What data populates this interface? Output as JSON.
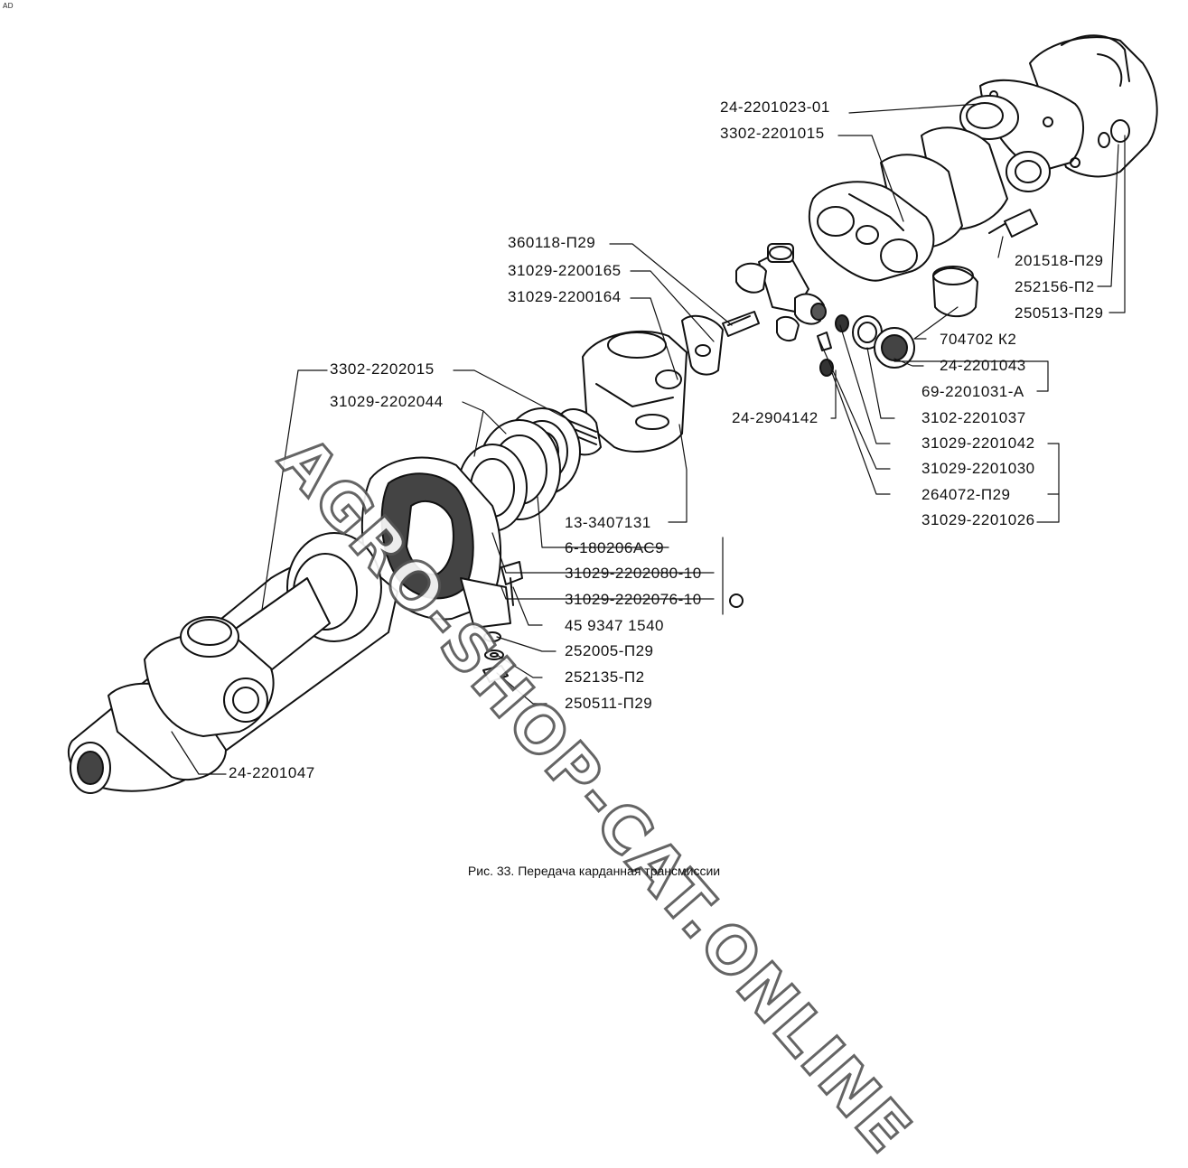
{
  "corner_mark": "AD",
  "caption": "Рис. 33. Передача карданная трансмиссии",
  "watermark": "AGRO-SHOP-CAT.ONLINE",
  "labels": {
    "p24_2201023_01": "24-2201023-01",
    "p3302_2201015": "3302-2201015",
    "p360118_P29": "360118-П29",
    "p31029_2200165": "31029-2200165",
    "p31029_2200164": "31029-2200164",
    "p3302_2202015": "3302-2202015",
    "p31029_2202044": "31029-2202044",
    "p201518_P29": "201518-П29",
    "p252156_P2": "252156-П2",
    "p250513_P29": "250513-П29",
    "p704702_K2": "704702 К2",
    "p24_2201043": "24-2201043",
    "p69_2201031_A": "69-2201031-А",
    "p24_2904142": "24-2904142",
    "p3102_2201037": "3102-2201037",
    "p31029_2201042": "31029-2201042",
    "p31029_2201030": "31029-2201030",
    "p264072_P29": "264072-П29",
    "p31029_2201026": "31029-2201026",
    "p13_3407131": "13-3407131",
    "p6_180206AC9": "6-180206АС9",
    "p31029_2202080_10": "31029-2202080-10",
    "p31029_2202076_10": "31029-2202076-10",
    "p45_9347_1540": "45 9347 1540",
    "p252005_P29": "252005-П29",
    "p252135_P2": "252135-П2",
    "p250511_P29": "250511-П29",
    "p24_2201047": "24-2201047"
  }
}
